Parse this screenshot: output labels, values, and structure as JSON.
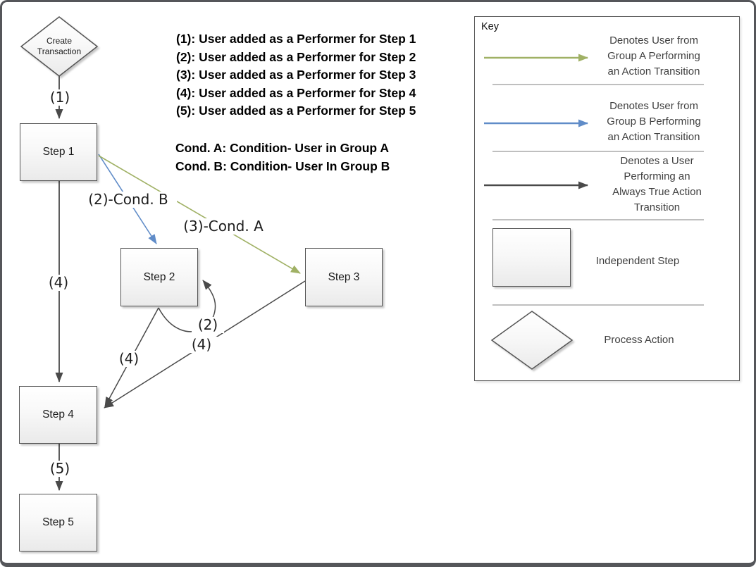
{
  "colors": {
    "olive": "#A0B165",
    "blue": "#608CC8",
    "dark": "#4A4A4A",
    "separator": "#BFBFBF",
    "shape_border": "#545454",
    "frame_border": "#55565A"
  },
  "flowchart": {
    "start_label": "Create Transaction",
    "steps": [
      {
        "label": "Step 1"
      },
      {
        "label": "Step 2"
      },
      {
        "label": "Step 3"
      },
      {
        "label": "Step 4"
      },
      {
        "label": "Step 5"
      }
    ],
    "edge_labels": {
      "create_to_step1": "(1)",
      "step1_to_step2": "(2)-Cond. B",
      "step1_to_step3": "(3)-Cond. A",
      "step1_to_step4": "(4)",
      "step2_loop": "(2)",
      "step3_to_step4": "(4)",
      "step2_to_step4": "(4)",
      "step4_to_step5": "(5)"
    }
  },
  "annotations": {
    "performers": [
      "(1): User added as a Performer for Step 1",
      "(2): User added as a Performer for Step 2",
      "(3): User added as a Performer for Step 3",
      "(4): User added as a Performer for Step 4",
      "(5): User added as a Performer for Step 5"
    ],
    "conditions": [
      "Cond. A: Condition- User in Group A",
      "Cond. B: Condition- User In Group B"
    ]
  },
  "key": {
    "title": "Key",
    "arrow_rows": [
      {
        "icon": "olive-arrow-icon",
        "text": "Denotes User from Group A Performing an Action Transition"
      },
      {
        "icon": "blue-arrow-icon",
        "text": "Denotes User from Group B Performing an Action Transition"
      },
      {
        "icon": "dark-arrow-icon",
        "text": "Denotes a User Performing an Always True Action Transition"
      }
    ],
    "shape_rows": [
      {
        "icon": "independent-step-shape-icon",
        "text": "Independent Step"
      },
      {
        "icon": "process-action-shape-icon",
        "text": "Process Action"
      }
    ]
  }
}
